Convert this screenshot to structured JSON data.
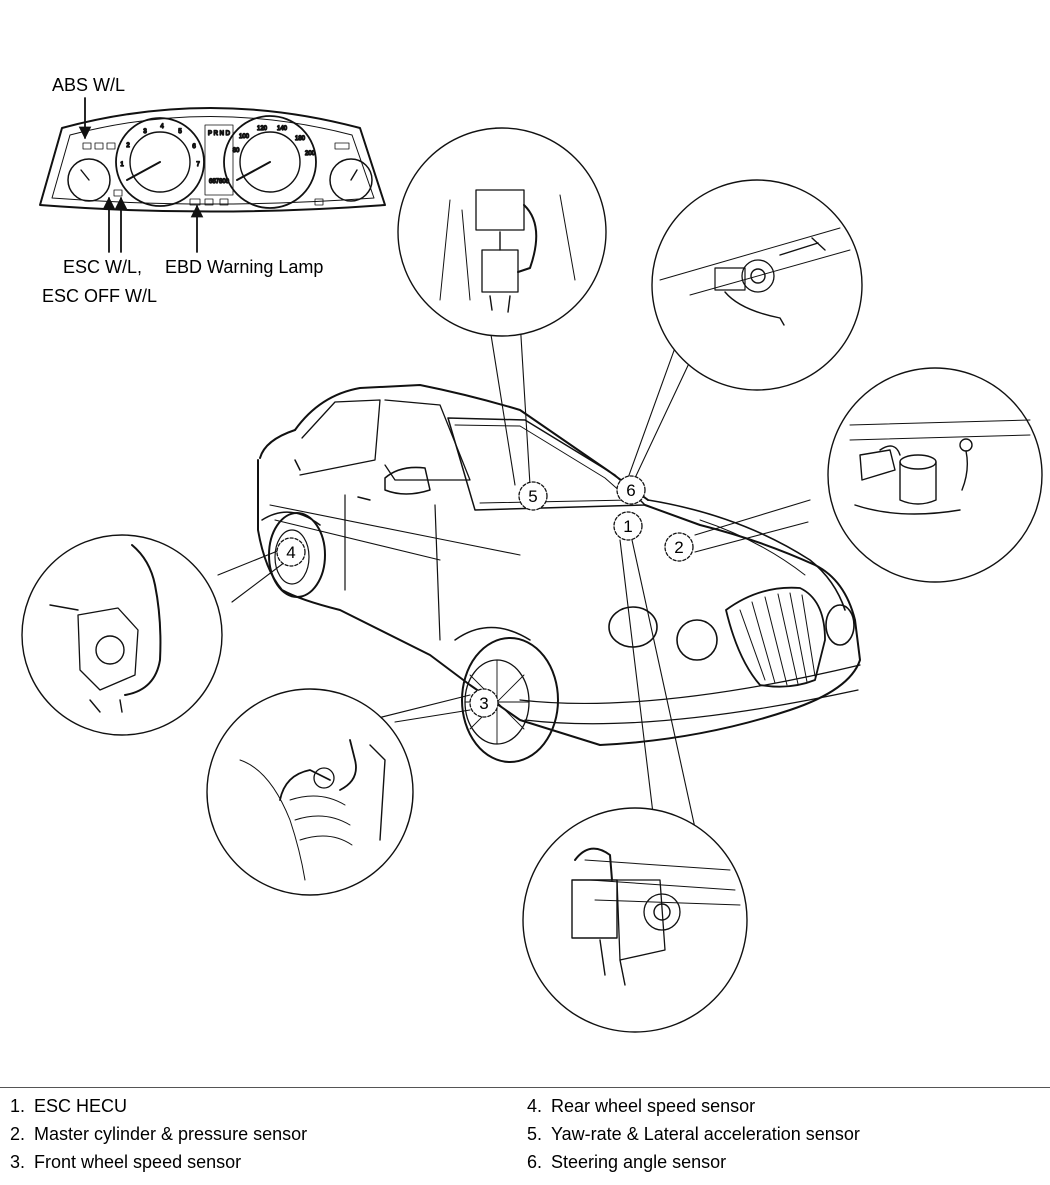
{
  "callouts": {
    "abs": "ABS W/L",
    "esc_line1": "ESC W/L,",
    "esc_line2": "ESC OFF W/L",
    "ebd": "EBD Warning Lamp"
  },
  "markers": [
    "1",
    "2",
    "3",
    "4",
    "5",
    "6"
  ],
  "legend": {
    "left": [
      {
        "num": "1.",
        "text": "ESC HECU"
      },
      {
        "num": "2.",
        "text": "Master cylinder & pressure sensor"
      },
      {
        "num": "3.",
        "text": "Front wheel speed sensor"
      }
    ],
    "right": [
      {
        "num": "4.",
        "text": "Rear wheel speed sensor"
      },
      {
        "num": "5.",
        "text": "Yaw-rate & Lateral acceleration sensor"
      },
      {
        "num": "6.",
        "text": "Steering angle sensor"
      }
    ]
  }
}
